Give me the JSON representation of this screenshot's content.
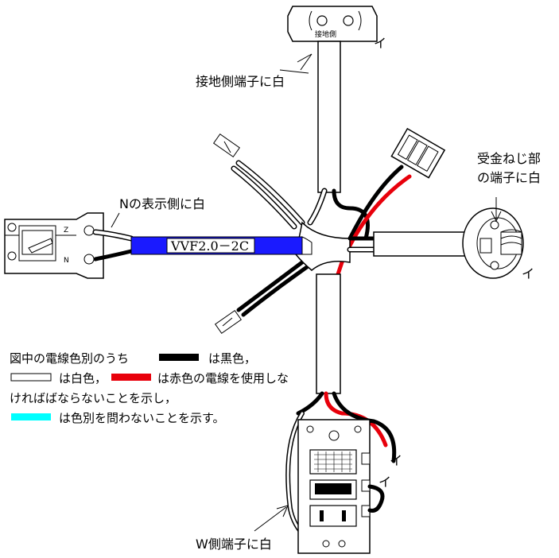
{
  "labels": {
    "ground_terminal": "接地側端子に白",
    "ground_marking": "接地側",
    "receptacle_screw": "受金ねじ部",
    "receptacle_screw_2": "の端子に白",
    "n_side": "Nの表示側に白",
    "cable": "VVF2.0－2C",
    "w_side": "W側端子に白",
    "i_top": "イ",
    "i_lamp": "イ",
    "i_switch_1": "イ",
    "i_switch_2": "イ",
    "z_mark": "Z",
    "n_mark": "N"
  },
  "legend": {
    "line1_prefix": "図中の電線色別のうち",
    "line1_suffix": "は黒色，",
    "line2_white": "は白色，",
    "line2_red": "は赤色の電線を使用しな",
    "line3": "ければばならないことを示し，",
    "line4": "は色別を問わないことを示す。"
  },
  "colors": {
    "black": "#000000",
    "white": "#ffffff",
    "red": "#e8000b",
    "cyan": "#00ffff",
    "cable_blue": "#1a1aff"
  }
}
